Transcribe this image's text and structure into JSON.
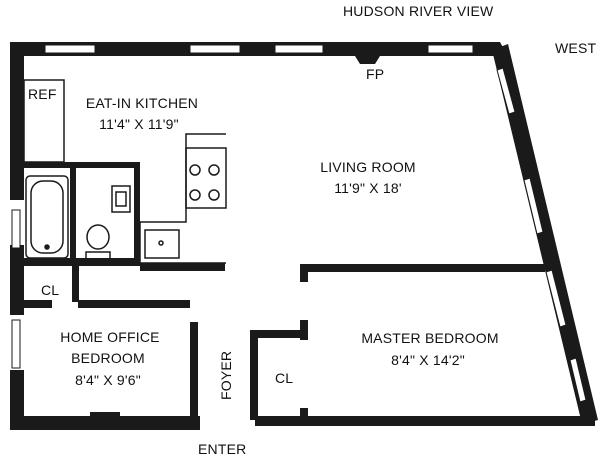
{
  "orientation": {
    "view": "HUDSON RIVER VIEW",
    "direction": "WEST"
  },
  "rooms": {
    "kitchen": {
      "name": "EAT-IN KITCHEN",
      "size": "11'4\" X 11'9\""
    },
    "living": {
      "name": "LIVING ROOM",
      "size": "11'9\" X 18'"
    },
    "office": {
      "name_line1": "HOME OFFICE",
      "name_line2": "BEDROOM",
      "size": "8'4\" X 9'6\""
    },
    "master": {
      "name": "MASTER BEDROOM",
      "size": "8'4\" X 14'2\""
    },
    "foyer": {
      "name": "FOYER"
    }
  },
  "fixtures": {
    "refrigerator": "REF",
    "fireplace": "FP",
    "closet_office": "CL",
    "closet_master": "CL"
  },
  "entry": "ENTER"
}
